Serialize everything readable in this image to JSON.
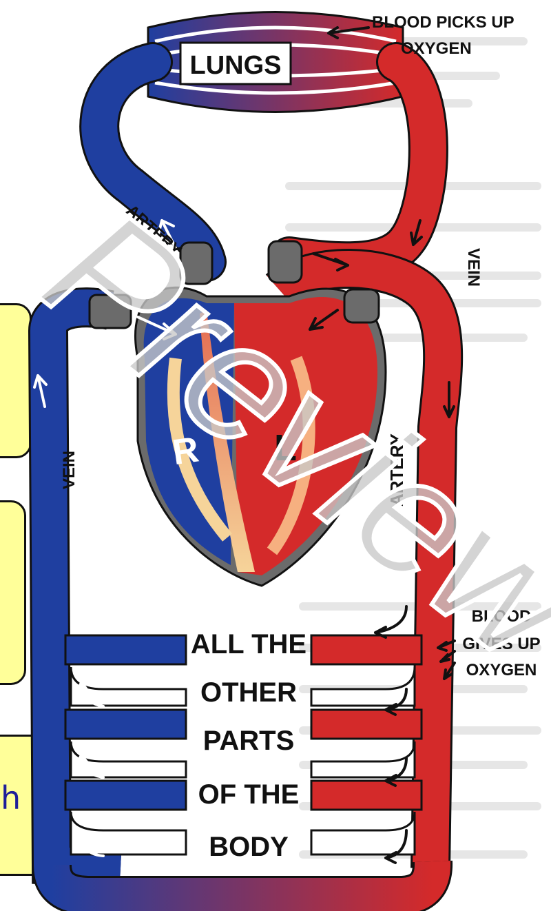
{
  "labels": {
    "lungs": "LUNGS",
    "blood_picks_up_1": "BLOOD PICKS UP",
    "blood_picks_up_2": "OXYGEN",
    "artery_top": "ARTERY",
    "vein_right": "VEIN",
    "vein_left": "VEIN",
    "artery_right": "ARTERY",
    "chamber_right": "R",
    "chamber_left": "L",
    "body_1": "ALL THE",
    "body_2": "OTHER",
    "body_3": "PARTS",
    "body_4": "OF THE",
    "body_5": "BODY",
    "blood_gives_1": "BLOOD",
    "blood_gives_2": "GIVES UP",
    "blood_gives_3": "OXYGEN"
  },
  "callout_text": "h",
  "watermark": "Preview",
  "colors": {
    "oxygenated": "#d42a2a",
    "deoxygenated": "#1f3fa0",
    "valve": "#6b6b6b",
    "callout_fill": "#ffff99",
    "callout_text": "#1f1f99",
    "watermark": "#c8c8c8"
  }
}
